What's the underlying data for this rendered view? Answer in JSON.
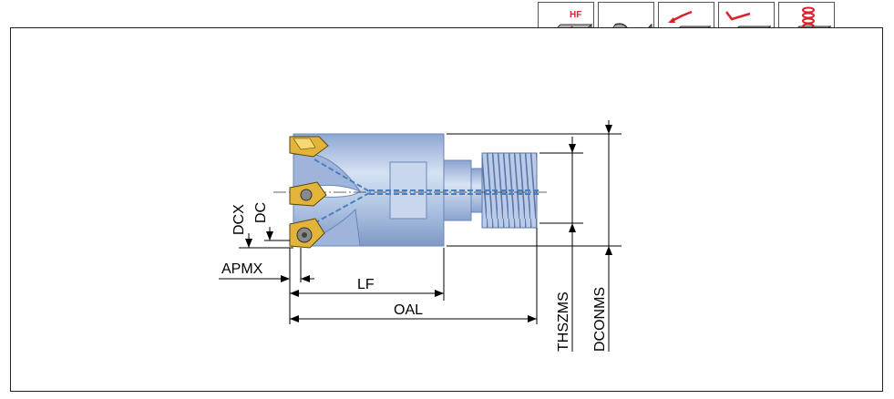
{
  "operations": [
    {
      "icon": "hf-face-milling-icon",
      "badge": "HF"
    },
    {
      "icon": "profile-milling-icon"
    },
    {
      "icon": "ramping-icon"
    },
    {
      "icon": "slotting-ramp-icon"
    },
    {
      "icon": "helical-interpolation-icon"
    }
  ],
  "dimensions": {
    "dcx": "DCX",
    "dc": "DC",
    "apmx": "APMX",
    "lf": "LF",
    "oal": "OAL",
    "thszms": "THSZMS",
    "dconms": "DCONMS"
  },
  "colors": {
    "body_blue": "#a9bfe0",
    "insert_gold": "#e2b43a",
    "coolant_blue": "#4a7fc0",
    "accent_red": "#d8232a"
  }
}
